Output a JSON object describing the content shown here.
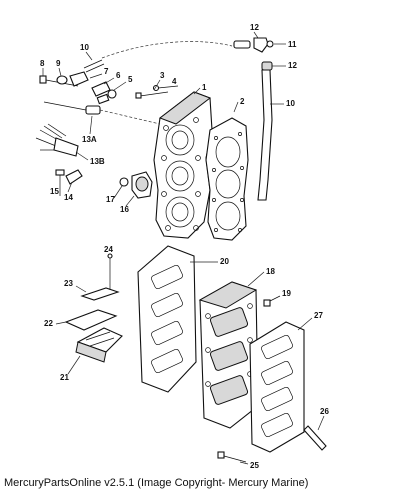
{
  "footer": {
    "app_name": "MercuryPartsOnline v2.5.1",
    "copyright": "(Image Copyright- Mercury Marine)"
  },
  "callouts": {
    "c1": "1",
    "c2": "2",
    "c3": "3",
    "c4": "4",
    "c5": "5",
    "c6": "6",
    "c7": "7",
    "c8": "8",
    "c9": "9",
    "c10a": "10",
    "c10b": "10",
    "c11": "11",
    "c12a": "12",
    "c12b": "12",
    "c13a": "13A",
    "c13b": "13B",
    "c14": "14",
    "c15": "15",
    "c16": "16",
    "c17": "17",
    "c18": "18",
    "c19": "19",
    "c20": "20",
    "c21": "21",
    "c22": "22",
    "c23": "23",
    "c24": "24",
    "c25": "25",
    "c26": "26",
    "c27": "27"
  }
}
